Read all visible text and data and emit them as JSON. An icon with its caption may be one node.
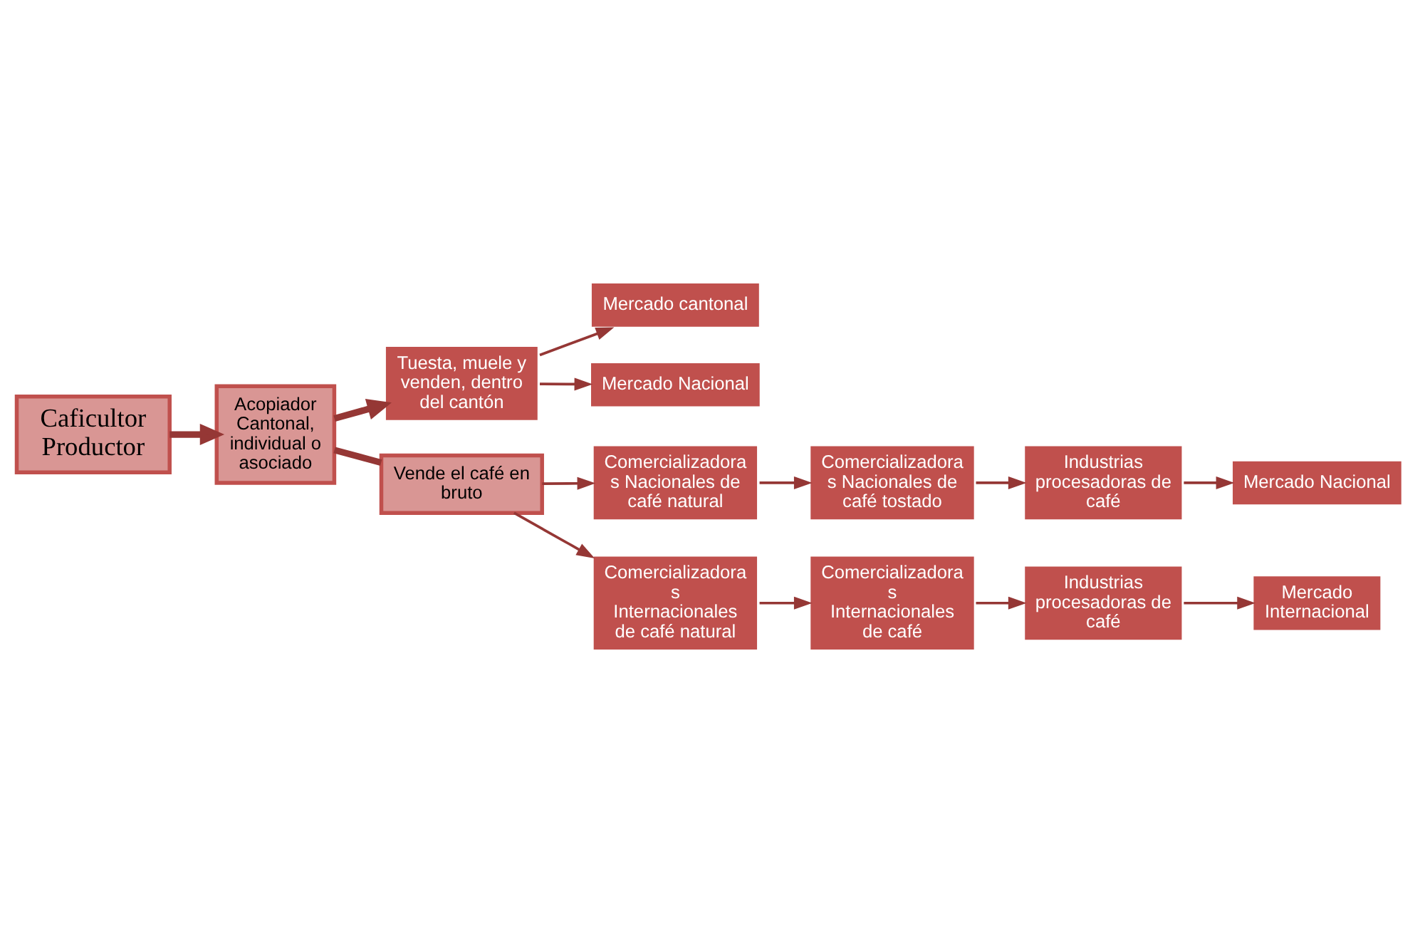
{
  "diagram": {
    "nodes": [
      {
        "text": [
          "Caficultor Productor"
        ]
      },
      {
        "text": [
          "Acopiador Cantonal, individual o asociado"
        ]
      },
      {
        "text": [
          "Tuesta, muele y venden, dentro del cantón"
        ]
      },
      {
        "text": [
          "Mercado cantonal"
        ]
      },
      {
        "text": [
          "Mercado Nacional"
        ]
      },
      {
        "text": [
          "Vende el café en bruto"
        ]
      },
      {
        "text": [
          "Comercializadoras Nacionales de café natural"
        ]
      },
      {
        "text": [
          "Comercializadoras Nacionales de café tostado"
        ]
      },
      {
        "text": [
          "Industrias procesadoras de café"
        ]
      },
      {
        "text": [
          "Mercado Nacional"
        ]
      },
      {
        "text": [
          "Comercializadoras Internacionales de café natural"
        ]
      },
      {
        "text": [
          "Comercializadoras Internacionales de café"
        ]
      },
      {
        "text": [
          "Industrias procesadoras de café"
        ]
      },
      {
        "text": [
          "Mercado Internacional"
        ]
      }
    ],
    "edges": [
      {
        "from": 0,
        "to": 1,
        "arrow": "to",
        "style": "thick"
      },
      {
        "from": 1,
        "to": 2,
        "arrow": "to",
        "style": "thick"
      },
      {
        "from": 2,
        "to": 3,
        "arrow": "to"
      },
      {
        "from": 2,
        "to": 4,
        "arrow": "to"
      },
      {
        "from": 1,
        "to": 5,
        "arrow": "none",
        "style": "thick"
      },
      {
        "from": 5,
        "to": 6,
        "arrow": "to"
      },
      {
        "from": 6,
        "to": 7,
        "arrow": "to"
      },
      {
        "from": 7,
        "to": 8,
        "arrow": "to"
      },
      {
        "from": 8,
        "to": 9,
        "arrow": "to"
      },
      {
        "from": 5,
        "to": 10,
        "arrow": "to"
      },
      {
        "from": 10,
        "to": 11,
        "arrow": "to"
      },
      {
        "from": 11,
        "to": 12,
        "arrow": "to"
      },
      {
        "from": 12,
        "to": 13,
        "arrow": "to"
      }
    ]
  }
}
